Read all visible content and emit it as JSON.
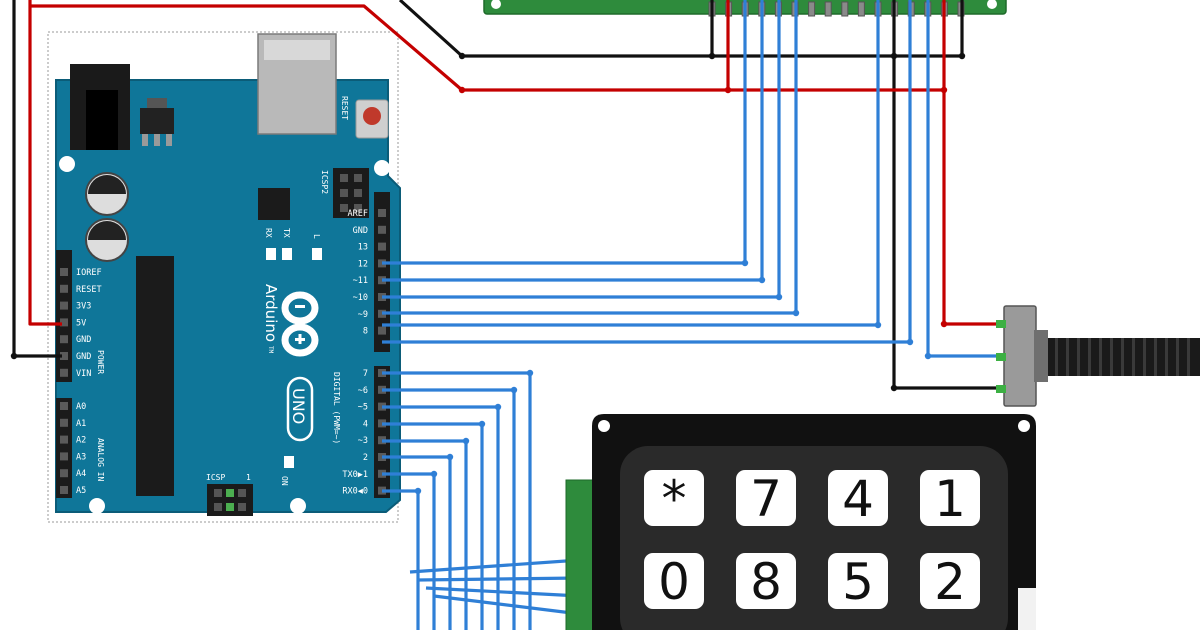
{
  "board": {
    "reset_label": "RESET",
    "icsp2_label": "ICSP2",
    "icsp_label": "ICSP",
    "icsp_pin1": "1",
    "tx_label": "TX",
    "rx_label": "RX",
    "l_label": "L",
    "on_label": "ON",
    "brand": "Arduino",
    "tm": "TM",
    "model": "UNO",
    "digital_label": "DIGITAL (PWM=~)",
    "power_label": "POWER",
    "analog_label": "ANALOG IN",
    "top_header": [
      "AREF",
      "GND",
      "13",
      "12",
      "~11",
      "~10",
      "~9",
      "8"
    ],
    "bottom_header": [
      "7",
      "~6",
      "~5",
      "4",
      "~3",
      "2",
      "TX0▶1",
      "RX0◀0"
    ],
    "power_pins": [
      "IOREF",
      "RESET",
      "3V3",
      "5V",
      "GND",
      "GND",
      "VIN"
    ],
    "analog_pins": [
      "A0",
      "A1",
      "A2",
      "A3",
      "A4",
      "A5"
    ]
  },
  "keypad": {
    "keys": [
      "*",
      "7",
      "4",
      "1",
      "0",
      "8",
      "5",
      "2"
    ]
  },
  "colors": {
    "board": "#0f7699",
    "board_outline": "#0b5c78",
    "wire_blue": "#2f7fd6",
    "wire_red": "#c40000",
    "wire_black": "#111111",
    "lcd_pcb": "#2e8b3c",
    "keypad_body": "#111111",
    "key_face": "#ffffff"
  }
}
